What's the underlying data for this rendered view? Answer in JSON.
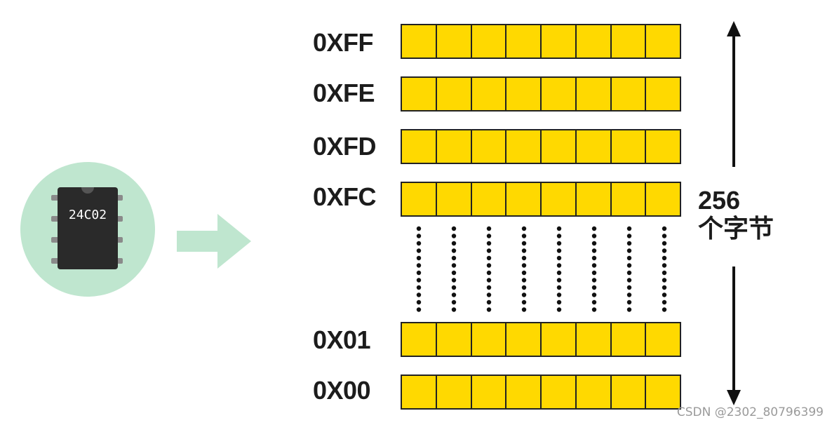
{
  "chip": {
    "label": "24C02",
    "circle_color": "#BFE6CF",
    "body_color": "#2a2a2a",
    "pin_color": "#8a8a8a"
  },
  "arrow_color": "#BFE6CF",
  "cell_color": "#FFD900",
  "rows_top": [
    {
      "address": "0XFF"
    },
    {
      "address": "0XFE"
    },
    {
      "address": "0XFD"
    },
    {
      "address": "0XFC"
    }
  ],
  "rows_bottom": [
    {
      "address": "0X01"
    },
    {
      "address": "0X00"
    }
  ],
  "bits_per_row": 8,
  "size_label": {
    "number": "256",
    "unit": "个字节"
  },
  "watermark": "CSDN @2302_80796399"
}
